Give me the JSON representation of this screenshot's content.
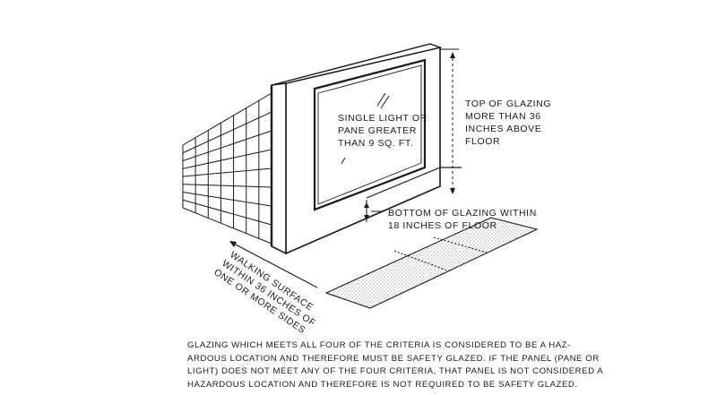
{
  "labels": {
    "pane": [
      "SINGLE LIGHT OR",
      "PANE GREATER",
      "THAN 9 SQ. FT."
    ],
    "top_of_glazing": [
      "TOP OF GLAZING",
      "MORE THAN 36",
      "INCHES ABOVE",
      "FLOOR"
    ],
    "bottom_of_glazing": [
      "BOTTOM OF GLAZING WITHIN",
      "18 INCHES OF FLOOR"
    ],
    "walking_surface": [
      "WALKING SURFACE",
      "WITHIN 36 INCHES OF",
      "ONE OR MORE SIDES"
    ]
  },
  "caption": [
    "GLAZING WHICH MEETS ALL FOUR OF THE CRITERIA IS CONSIDERED TO BE A HAZ-",
    "ARDOUS LOCATION AND THEREFORE MUST BE SAFETY GLAZED. IF THE PANEL (PANE OR",
    "LIGHT) DOES NOT MEET ANY OF THE FOUR CRITERIA, THAT PANEL IS NOT CONSIDERED A",
    "HAZARDOUS LOCATION AND THEREFORE IS NOT REQUIRED TO BE SAFETY GLAZED."
  ],
  "colors": {
    "ink": "#1a1a1a",
    "background": "#ffffff"
  }
}
